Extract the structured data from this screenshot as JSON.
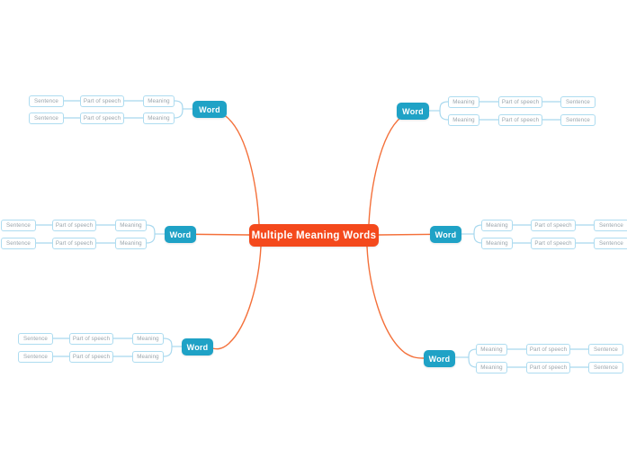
{
  "diagram": {
    "type": "mind-map",
    "title": "Multiple Meaning Words",
    "background_color": "#FFFFFF",
    "colors": {
      "center_fill": "#F4491C",
      "center_text": "#FFFFFF",
      "word_fill": "#1FA2C6",
      "word_text": "#FFFFFF",
      "leaf_border": "#AEDCF0",
      "leaf_text": "#9AA5AC",
      "leaf_fill": "#FFFFFF",
      "edge_primary": "#F4703A",
      "edge_secondary": "#A8D8EE"
    }
  },
  "center": {
    "label": "Multiple Meaning Words"
  },
  "branches": [
    {
      "id": "top-left",
      "side": "left",
      "word": {
        "label": "Word"
      },
      "rows": [
        {
          "meaning": "Meaning",
          "part_of_speech": "Part of speech",
          "sentence": "Sentence"
        },
        {
          "meaning": "Meaning",
          "part_of_speech": "Part of speech",
          "sentence": "Sentence"
        }
      ]
    },
    {
      "id": "middle-left",
      "side": "left",
      "word": {
        "label": "Word"
      },
      "rows": [
        {
          "meaning": "Meaning",
          "part_of_speech": "Part of speech",
          "sentence": "Sentence"
        },
        {
          "meaning": "Meaning",
          "part_of_speech": "Part of speech",
          "sentence": "Sentence"
        }
      ]
    },
    {
      "id": "bottom-left",
      "side": "left",
      "word": {
        "label": "Word"
      },
      "rows": [
        {
          "meaning": "Meaning",
          "part_of_speech": "Part of speech",
          "sentence": "Sentence"
        },
        {
          "meaning": "Meaning",
          "part_of_speech": "Part of speech",
          "sentence": "Sentence"
        }
      ]
    },
    {
      "id": "top-right",
      "side": "right",
      "word": {
        "label": "Word"
      },
      "rows": [
        {
          "meaning": "Meaning",
          "part_of_speech": "Part of speech",
          "sentence": "Sentence"
        },
        {
          "meaning": "Meaning",
          "part_of_speech": "Part of speech",
          "sentence": "Sentence"
        }
      ]
    },
    {
      "id": "middle-right",
      "side": "right",
      "word": {
        "label": "Word"
      },
      "rows": [
        {
          "meaning": "Meaning",
          "part_of_speech": "Part of speech",
          "sentence": "Sentence"
        },
        {
          "meaning": "Meaning",
          "part_of_speech": "Part of speech",
          "sentence": "Sentence"
        }
      ]
    },
    {
      "id": "bottom-right",
      "side": "right",
      "word": {
        "label": "Word"
      },
      "rows": [
        {
          "meaning": "Meaning",
          "part_of_speech": "Part of speech",
          "sentence": "Sentence"
        },
        {
          "meaning": "Meaning",
          "part_of_speech": "Part of speech",
          "sentence": "Sentence"
        }
      ]
    }
  ]
}
